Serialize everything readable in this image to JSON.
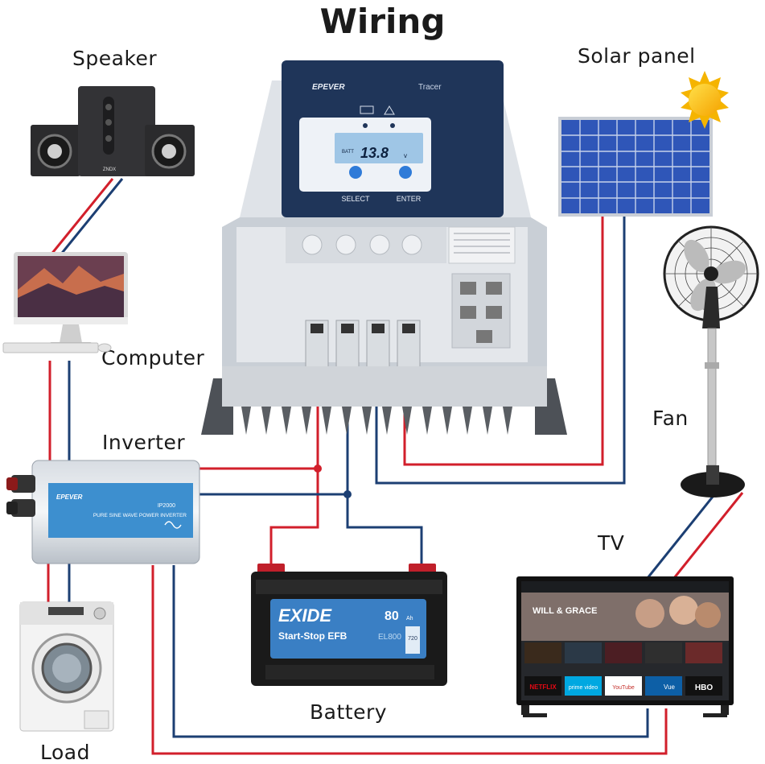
{
  "title": "Wiring",
  "labels": {
    "speaker": "Speaker",
    "solar_panel": "Solar panel",
    "computer": "Computer",
    "fan": "Fan",
    "inverter": "Inverter",
    "tv": "TV",
    "battery": "Battery",
    "load": "Load"
  },
  "controller": {
    "brand": "EPEVER",
    "model": "Tracer",
    "display_value": "13.8",
    "display_unit": "v",
    "display_tag": "BATT",
    "select_label": "SELECT",
    "enter_label": "ENTER"
  },
  "inverter_device": {
    "brand": "EPEVER",
    "model": "IP2000",
    "caption": "PURE SINE WAVE POWER INVERTER"
  },
  "battery_device": {
    "brand": "EXIDE",
    "series": "Start-Stop EFB",
    "capacity": "80",
    "capacity_unit": "Ah",
    "code": "EL800",
    "cca": "720"
  },
  "speaker_device": {
    "brand": "ZNDX"
  },
  "tv_device": {
    "show_title": "WILL & GRACE",
    "apps": [
      "NETFLIX",
      "prime video",
      "YouTube",
      "Vue",
      "HBO"
    ]
  },
  "colors": {
    "positive_wire": "#d21f2b",
    "negative_wire": "#1c3f73",
    "controller_blue": "#1f3559",
    "solar_cell": "#2f56b8"
  }
}
